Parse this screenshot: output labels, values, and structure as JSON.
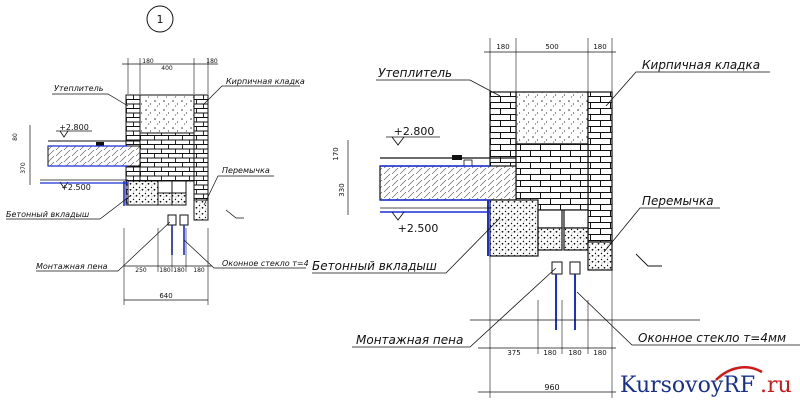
{
  "sheet_number": "1",
  "small_detail": {
    "labels": {
      "insulation": "Утеплитель",
      "brickwork": "Кирпичная кладка",
      "lintel": "Перемычка",
      "concrete_insert": "Бетонный вкладыш",
      "mounting_foam": "Монтажная пена",
      "window_glass": "Оконное стекло т=4"
    },
    "levels": {
      "upper": "+2.800",
      "lower": "+2.500"
    },
    "dims": {
      "top": [
        "180",
        "400",
        "180"
      ],
      "left": [
        "80",
        "370"
      ],
      "bottom": [
        "250",
        "180",
        "180",
        "180"
      ],
      "total": "640"
    }
  },
  "large_detail": {
    "labels": {
      "insulation": "Утеплитель",
      "brickwork": "Кирпичная кладка",
      "lintel": "Перемычка",
      "concrete_insert": "Бетонный вкладыш",
      "mounting_foam": "Монтажная пена",
      "window_glass": "Оконное стекло т=4мм"
    },
    "levels": {
      "upper": "+2.800",
      "lower": "+2.500"
    },
    "dims": {
      "top": [
        "180",
        "500",
        "180"
      ],
      "left": [
        "170",
        "330"
      ],
      "bottom": [
        "375",
        "180",
        "180",
        "180"
      ],
      "total": "960"
    }
  },
  "watermark": {
    "text_main": "KursovoyRF",
    "text_suffix": ".ru"
  },
  "colors": {
    "line": "#111111",
    "accent_blue": "#1a2fd6",
    "watermark_blue": "#17308f",
    "watermark_red": "#d01818"
  }
}
